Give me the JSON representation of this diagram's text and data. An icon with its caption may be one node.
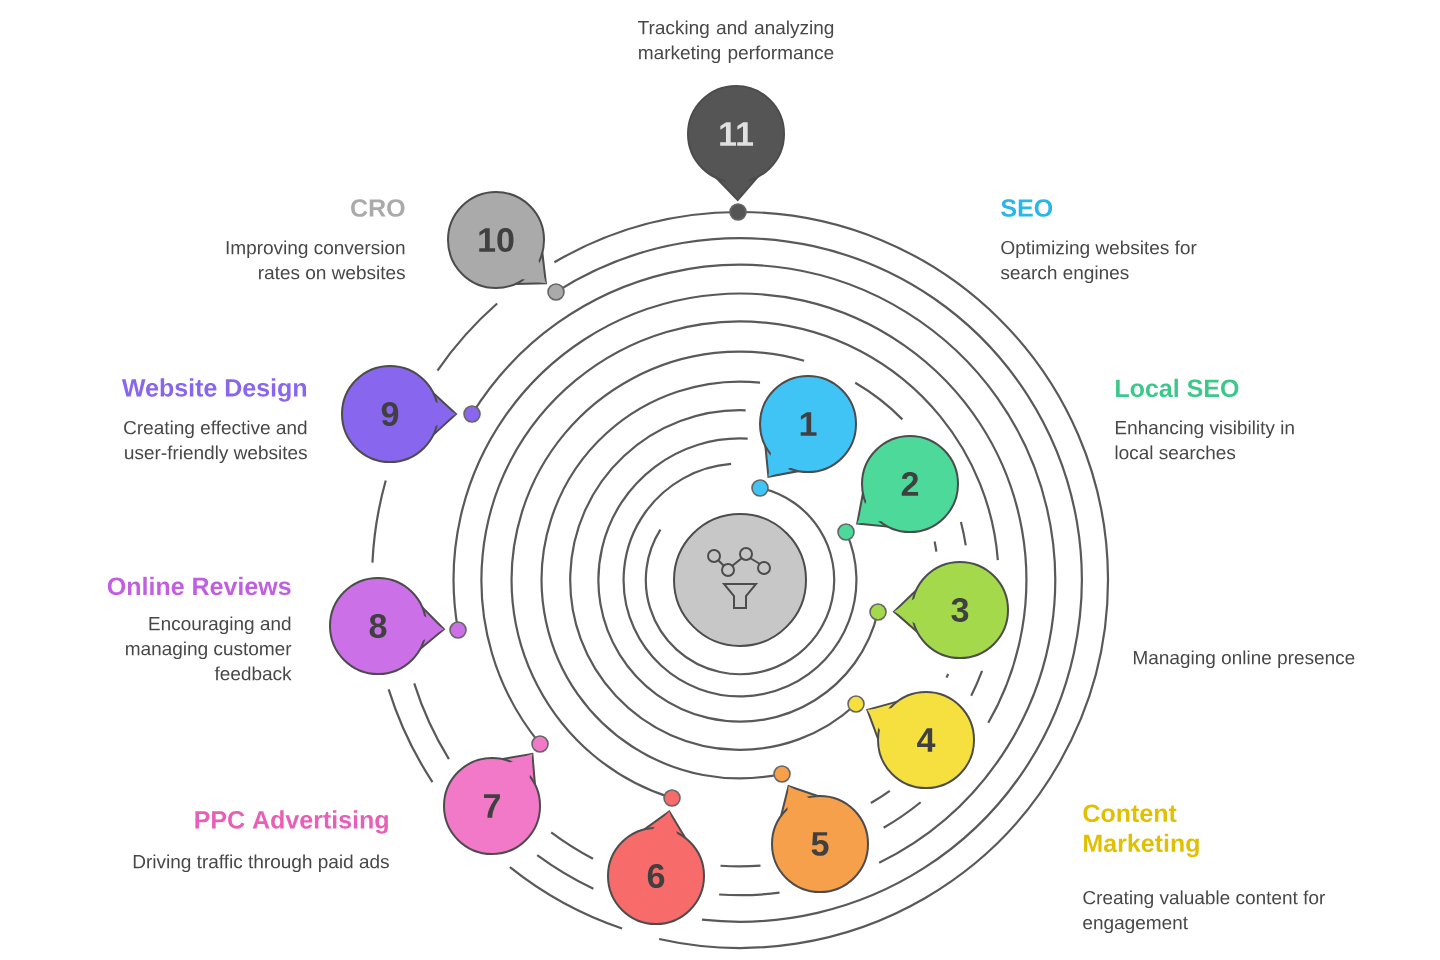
{
  "diagram": {
    "nodes": [
      {
        "text": [
          "1"
        ]
      },
      {
        "text": [
          "2"
        ]
      },
      {
        "text": [
          "3"
        ]
      },
      {
        "text": [
          "4"
        ]
      },
      {
        "text": [
          "5"
        ]
      },
      {
        "text": [
          "6"
        ]
      },
      {
        "text": [
          "7"
        ]
      },
      {
        "text": [
          "8"
        ]
      },
      {
        "text": [
          "9"
        ]
      },
      {
        "text": [
          "10"
        ]
      },
      {
        "text": [
          "11"
        ]
      }
    ],
    "labels": [
      "Tracking and analyzing marketing performance",
      "CRO",
      "SEO",
      "Improving conversion rates on websites",
      "Optimizing websites for search engines",
      "Website Design",
      "Local SEO",
      "Creating effective and user-friendly websites",
      "Enhancing visibility in local searches",
      "Online Reviews",
      "Encouraging and managing customer feedback",
      "Managing online presence",
      "PPC Advertising",
      "Content Marketing",
      "Driving traffic through paid ads",
      "Creating valuable content for engagement"
    ]
  }
}
